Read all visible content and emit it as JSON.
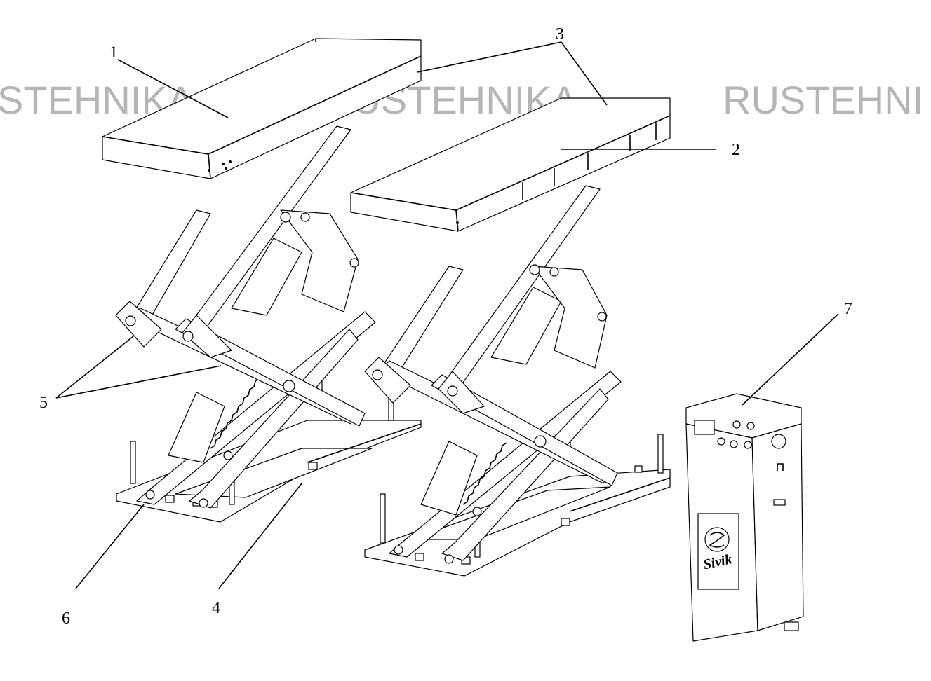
{
  "watermark": {
    "left": "STEHNIKA",
    "center": "RUSTEHNIKA",
    "right": "RUSTEHNI",
    "color": "#b5b5b5"
  },
  "callouts": {
    "c1": "1",
    "c2": "2",
    "c3": "3",
    "c4": "4",
    "c5": "5",
    "c6": "6",
    "c7": "7"
  },
  "control_box": {
    "brand": "Sivik"
  }
}
